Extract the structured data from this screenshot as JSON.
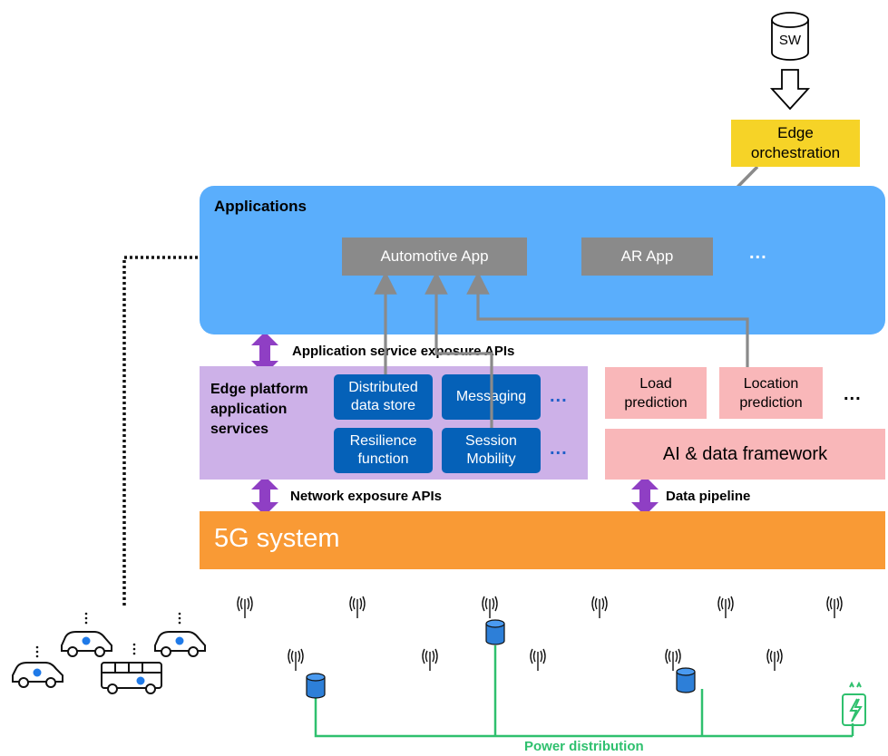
{
  "colors": {
    "applications_bg": "#5aaefc",
    "edge_platform_bg": "#cdb1e8",
    "service_box": "#0561b8",
    "ai_box": "#f9b7b9",
    "system_bar": "#f99a35",
    "orchestration": "#f6d327",
    "app_box": "#8a8a8a",
    "api_arrow": "#8f3fc4",
    "power_line": "#2fc06e",
    "dots_blue": "#1f5fc9"
  },
  "sw": {
    "label": "SW"
  },
  "orchestration": {
    "label": "Edge orchestration"
  },
  "applications": {
    "title": "Applications",
    "automotive_app": "Automotive App",
    "ar_app": "AR App",
    "ellipsis": "..."
  },
  "apis": {
    "application_service": "Application service exposure APIs",
    "network": "Network exposure APIs",
    "data_pipeline": "Data pipeline"
  },
  "edge_platform": {
    "title": "Edge platform application services",
    "services": [
      "Distributed data store",
      "Messaging",
      "Resilience function",
      "Session Mobility"
    ],
    "ellipsis": "..."
  },
  "ai": {
    "load_prediction": "Load prediction",
    "location_prediction": "Location prediction",
    "ellipsis": "...",
    "framework": "AI & data framework"
  },
  "system": {
    "label": "5G system"
  },
  "icons": [
    "cell-tower-icon",
    "database-icon",
    "car-icon",
    "bus-icon",
    "battery-icon",
    "cylinder-icon",
    "down-arrow-icon"
  ],
  "power": {
    "label": "Power distribution"
  }
}
